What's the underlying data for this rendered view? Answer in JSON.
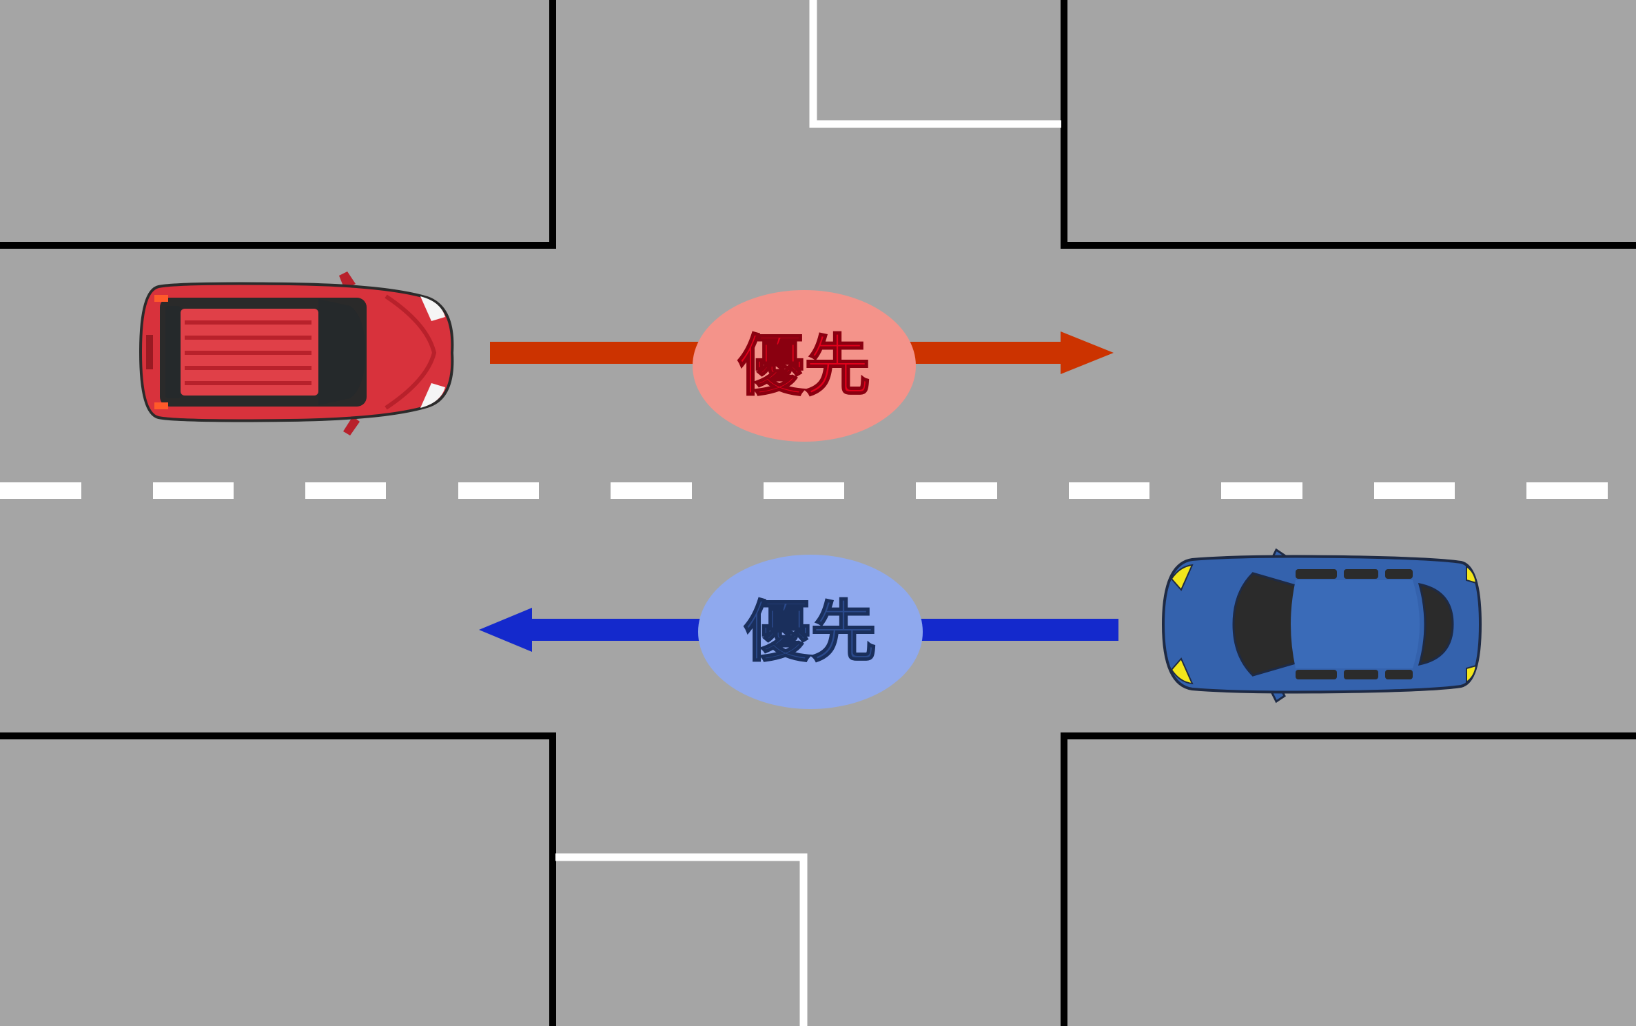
{
  "scene": "intersection-priority",
  "colors": {
    "asphalt": "#a5a5a5",
    "curb_line": "#000000",
    "lane_marking": "#ffffff",
    "red_arrow": "#cc3300",
    "red_badge_fill": "#f4938a",
    "red_badge_text": "#e3001b",
    "blue_arrow": "#1429cc",
    "blue_badge_fill": "#8fa9ee",
    "blue_badge_text": "#2b4a8c",
    "red_car": "#d8323c",
    "blue_car": "#3462ad"
  },
  "vehicles": [
    {
      "name": "red-car",
      "direction": "east",
      "color": "#d8323c"
    },
    {
      "name": "blue-car",
      "direction": "west",
      "color": "#3462ad"
    }
  ],
  "labels": {
    "red_priority": "優先",
    "blue_priority": "優先"
  }
}
